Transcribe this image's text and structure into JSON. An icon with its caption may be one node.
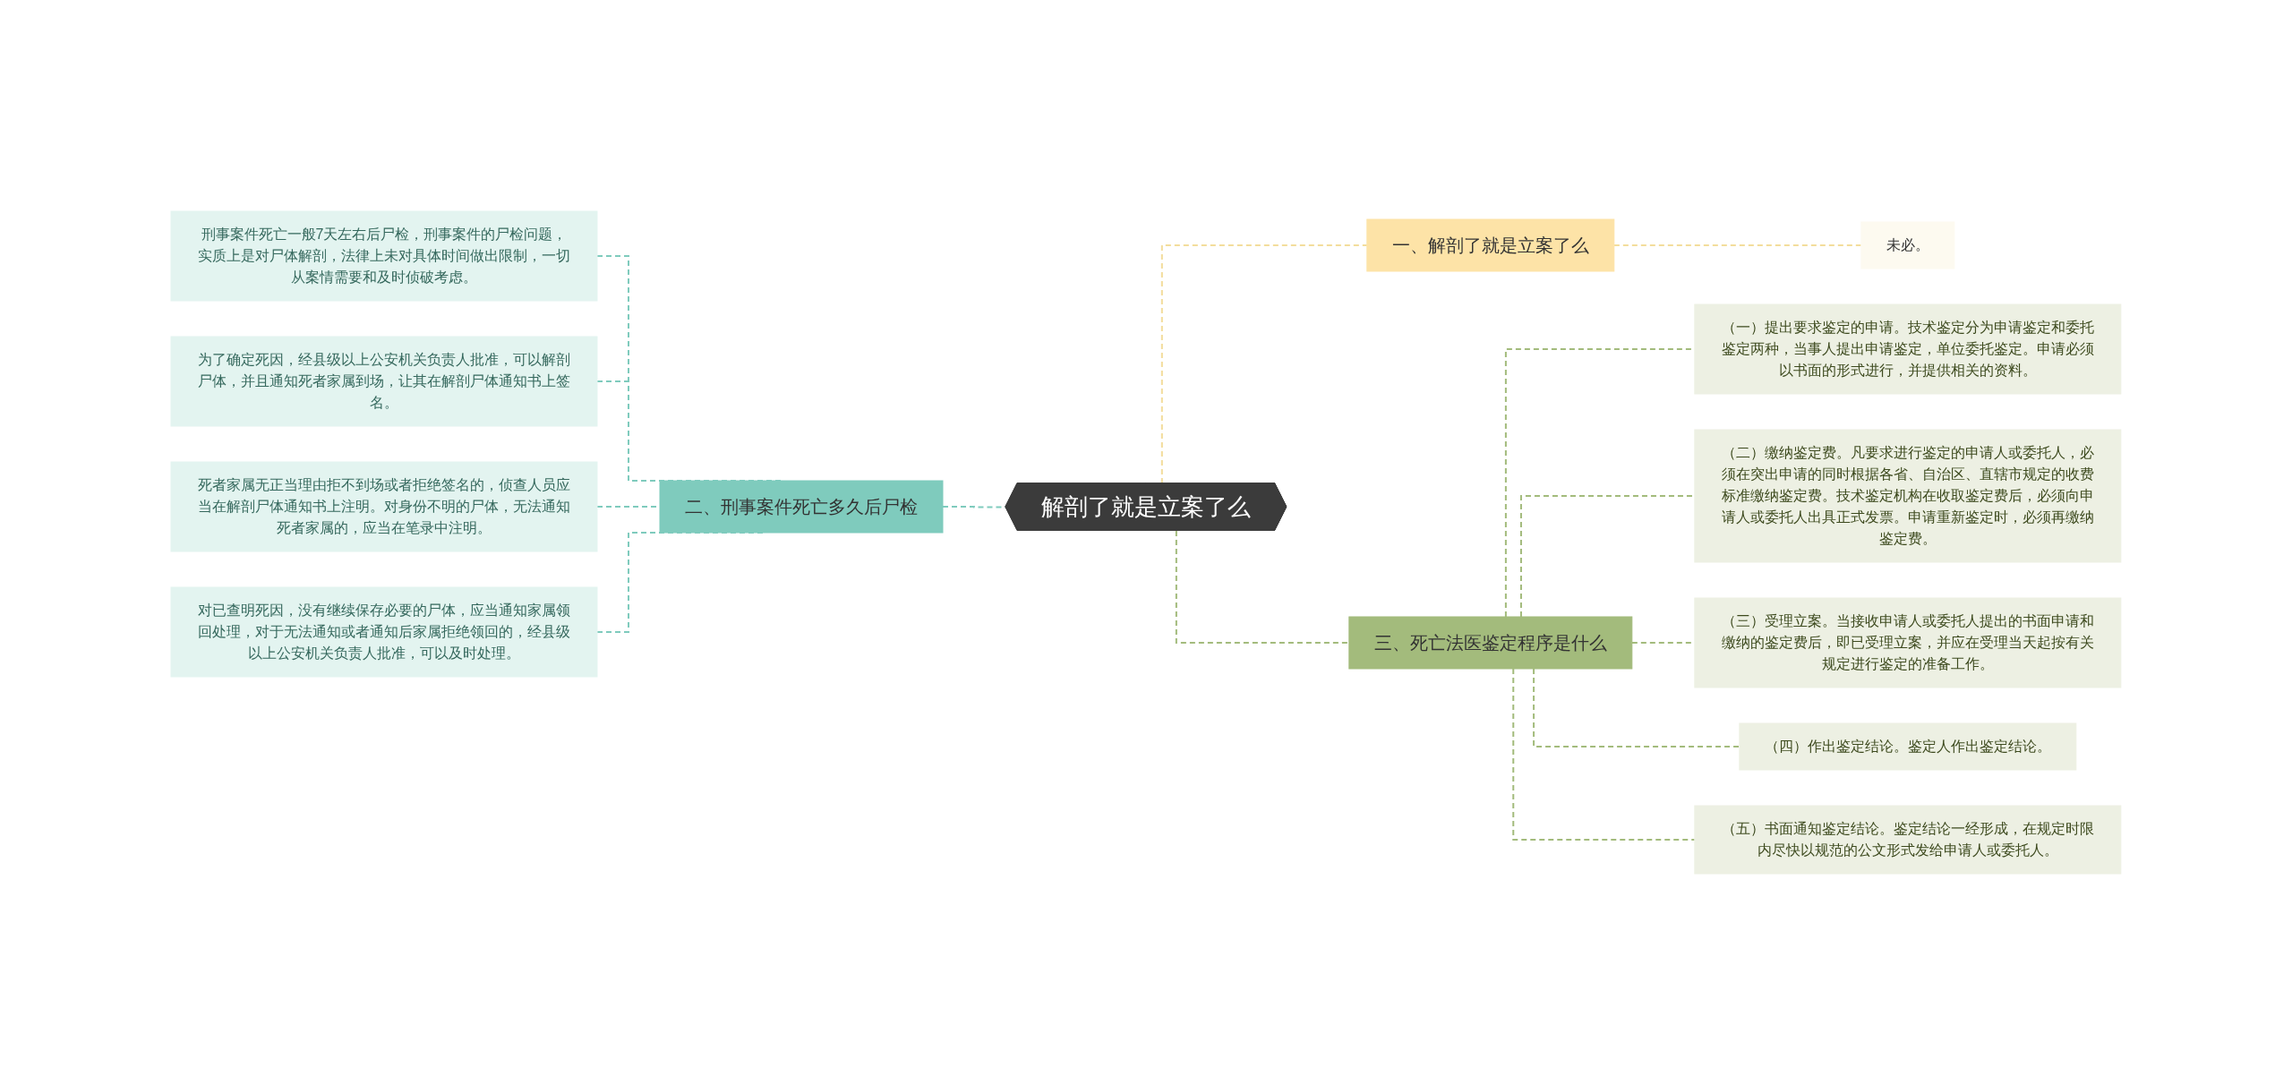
{
  "diagram": {
    "nodes": [
      {
        "text": [
          "解剖了就是立案了么"
        ]
      },
      {
        "text": [
          "一、解剖了就是立案了么"
        ]
      },
      {
        "text": [
          "未必。"
        ]
      },
      {
        "text": [
          "二、刑事案件死亡多久后尸检"
        ]
      },
      {
        "text": [
          "刑事案件死亡一般7天左右后尸检，刑事案件的尸检问题，实质上是对尸体解剖，法律上未对具体时间做出限制，一切从案情需要和及时侦破考虑。"
        ]
      },
      {
        "text": [
          "为了确定死因，经县级以上公安机关负责人批准，可以解剖尸体，并且通知死者家属到场，让其在解剖尸体通知书上签名。"
        ]
      },
      {
        "text": [
          "死者家属无正当理由拒不到场或者拒绝签名的，侦查人员应当在解剖尸体通知书上注明。对身份不明的尸体，无法通知死者家属的，应当在笔录中注明。"
        ]
      },
      {
        "text": [
          "对已查明死因，没有继续保存必要的尸体，应当通知家属领回处理，对于无法通知或者通知后家属拒绝领回的，经县级以上公安机关负责人批准，可以及时处理。"
        ]
      },
      {
        "text": [
          "三、死亡法医鉴定程序是什么"
        ]
      },
      {
        "text": [
          "（一）提出要求鉴定的申请。技术鉴定分为申请鉴定和委托鉴定两种，当事人提出申请鉴定，单位委托鉴定。申请必须以书面的形式进行，并提供相关的资料。"
        ]
      },
      {
        "text": [
          "（二）缴纳鉴定费。凡要求进行鉴定的申请人或委托人，必须在突出申请的同时根据各省、自治区、直辖市规定的收费标准缴纳鉴定费。技术鉴定机构在收取鉴定费后，必须向申请人或委托人出具正式发票。申请重新鉴定时，必须再缴纳鉴定费。"
        ]
      },
      {
        "text": [
          "（三）受理立案。当接收申请人或委托人提出的书面申请和缴纳的鉴定费后，即已受理立案，并应在受理当天起按有关规定进行鉴定的准备工作。"
        ]
      },
      {
        "text": [
          "（四）作出鉴定结论。鉴定人作出鉴定结论。"
        ]
      },
      {
        "text": [
          "（五）书面通知鉴定结论。鉴定结论一经形成，在规定时限内尽快以规范的公文形式发给申请人或委托人。"
        ]
      }
    ],
    "edges": [
      {
        "from": 0,
        "to": 1,
        "arrow": "none",
        "color": "#f3dd9c"
      },
      {
        "from": 1,
        "to": 2,
        "arrow": "none",
        "color": "#f3dd9c"
      },
      {
        "from": 0,
        "to": 3,
        "arrow": "none",
        "color": "#7fcbbd"
      },
      {
        "from": 3,
        "to": 4,
        "arrow": "none",
        "color": "#7fcbbd"
      },
      {
        "from": 3,
        "to": 5,
        "arrow": "none",
        "color": "#7fcbbd"
      },
      {
        "from": 3,
        "to": 6,
        "arrow": "none",
        "color": "#7fcbbd"
      },
      {
        "from": 3,
        "to": 7,
        "arrow": "none",
        "color": "#7fcbbd"
      },
      {
        "from": 0,
        "to": 8,
        "arrow": "none"
      },
      {
        "from": 8,
        "to": 9,
        "arrow": "none"
      },
      {
        "from": 8,
        "to": 10,
        "arrow": "none"
      },
      {
        "from": 8,
        "to": 11,
        "arrow": "none"
      },
      {
        "from": 8,
        "to": 12,
        "arrow": "none"
      },
      {
        "from": 8,
        "to": 13,
        "arrow": "none"
      }
    ]
  }
}
